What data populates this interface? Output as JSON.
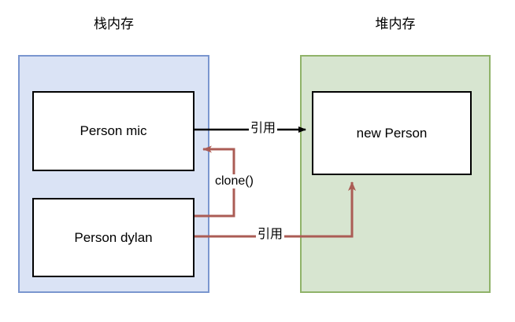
{
  "diagram": {
    "type": "memory-model-diagram",
    "regions": [
      {
        "id": "stack",
        "title": "栈内存",
        "fill": "#dae3f5",
        "stroke": "#7a96cf"
      },
      {
        "id": "heap",
        "title": "堆内存",
        "fill": "#d7e5d0",
        "stroke": "#90b369"
      }
    ],
    "nodes": [
      {
        "id": "person-mic",
        "label": "Person mic",
        "region": "stack"
      },
      {
        "id": "person-dylan",
        "label": "Person dylan",
        "region": "stack"
      },
      {
        "id": "new-person",
        "label": "new Person",
        "region": "heap"
      }
    ],
    "edges": [
      {
        "id": "ref-mic-to-newperson",
        "label": "引用",
        "from": "person-mic",
        "to": "new-person",
        "color": "#000000",
        "arrow": "end"
      },
      {
        "id": "clone-dylan-to-mic",
        "label": "clone()",
        "from": "person-dylan",
        "to": "person-mic",
        "color": "#ab5c55",
        "arrow": "end"
      },
      {
        "id": "ref-dylan-to-newperson",
        "label": "引用",
        "from": "person-dylan",
        "to": "new-person",
        "color": "#ab5c55",
        "arrow": "end"
      }
    ],
    "colors": {
      "stack_fill": "#dae3f5",
      "stack_stroke": "#7a96cf",
      "heap_fill": "#d7e5d0",
      "heap_stroke": "#90b369",
      "box_stroke": "#000000",
      "box_fill": "#ffffff",
      "reference_arrow": "#000000",
      "clone_arrow": "#ab5c55",
      "background": "#ffffff"
    }
  }
}
